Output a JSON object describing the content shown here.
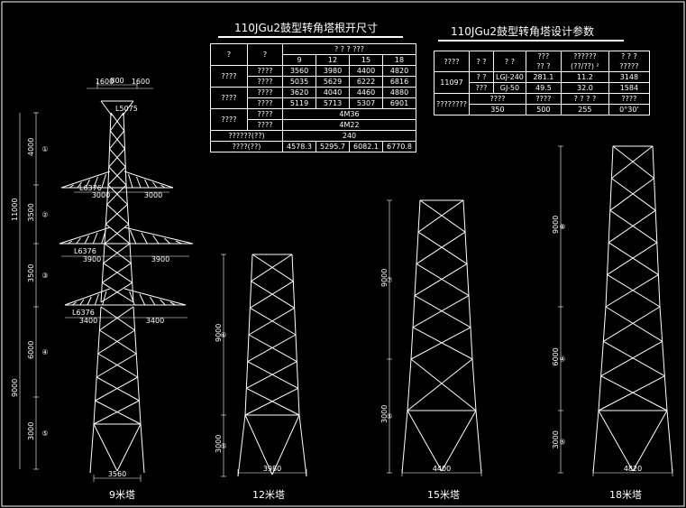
{
  "table1": {
    "title": "110JGu2鼓型转角塔根开尺寸",
    "head_a": "?",
    "head_b": "?",
    "head_group": "? ? ? ???",
    "heights": [
      "9",
      "12",
      "15",
      "18"
    ],
    "rows": [
      {
        "g": "????",
        "s": "????",
        "v": [
          "3560",
          "3980",
          "4400",
          "4820"
        ]
      },
      {
        "g": "????",
        "s": "????",
        "v": [
          "5035",
          "5629",
          "6222",
          "6816"
        ]
      },
      {
        "g": "????",
        "s": "????",
        "v": [
          "3620",
          "4040",
          "4460",
          "4880"
        ]
      },
      {
        "g": "????",
        "s": "????",
        "v": [
          "5119",
          "5713",
          "5307",
          "6901"
        ]
      },
      {
        "g": "????",
        "s": "????",
        "span": "4M36"
      },
      {
        "g": "",
        "s": "????",
        "span": "4M22"
      }
    ],
    "row_a_label": "??????(??)",
    "row_a_value": "240",
    "row_b_label": "????(??)",
    "row_b_values": [
      "4578.3",
      "5295.7",
      "6082.1",
      "6770.8"
    ]
  },
  "table2": {
    "title": "110JGu2鼓型转角塔设计参数",
    "h": [
      "????",
      "? ?",
      "? ?",
      "???\n?? ?",
      "??????\n(??/??) ²",
      "? ? ?\n?????"
    ],
    "r1": [
      "11097",
      "? ?",
      "LGJ-240",
      "281.1",
      "11.2",
      "3148"
    ],
    "r2": [
      "???",
      "GJ-50",
      "49.5",
      "32.0",
      "1584"
    ],
    "r3h": [
      "????????",
      "????",
      "????",
      "? ? ? ?",
      "????"
    ],
    "r3v": [
      "350",
      "500",
      "255",
      "0°30'"
    ]
  },
  "tower9": {
    "label": "9米塔",
    "base": "3560",
    "top_a": "1600",
    "top_b": "1600",
    "top_c": "800",
    "steel_top": "L5075",
    "arm1_steel": "L6376",
    "arm1_l": "3000",
    "arm1_r": "3000",
    "arm2_steel": "L6376",
    "arm2_l": "3900",
    "arm2_r": "3900",
    "arm3_steel": "L6376",
    "arm3_l": "3400",
    "arm3_r": "3400",
    "dims": [
      "4000",
      "3500",
      "3500",
      "6000",
      "3000"
    ],
    "total_upper": "11000",
    "total_lower": "9000",
    "marks": [
      "①",
      "②",
      "③",
      "④",
      "⑤"
    ]
  },
  "tower12": {
    "label": "12米塔",
    "base": "3980",
    "dims": [
      "9000",
      "3000"
    ],
    "marks": [
      "⑥",
      "⑤"
    ]
  },
  "tower15": {
    "label": "15米塔",
    "base": "4400",
    "dims": [
      "9000",
      "3000"
    ],
    "marks": [
      "⑦",
      "⑤"
    ]
  },
  "tower18": {
    "label": "18米塔",
    "base": "4820",
    "dims": [
      "9000",
      "6000",
      "3000"
    ],
    "marks": [
      "⑧",
      "④",
      "⑤"
    ]
  }
}
